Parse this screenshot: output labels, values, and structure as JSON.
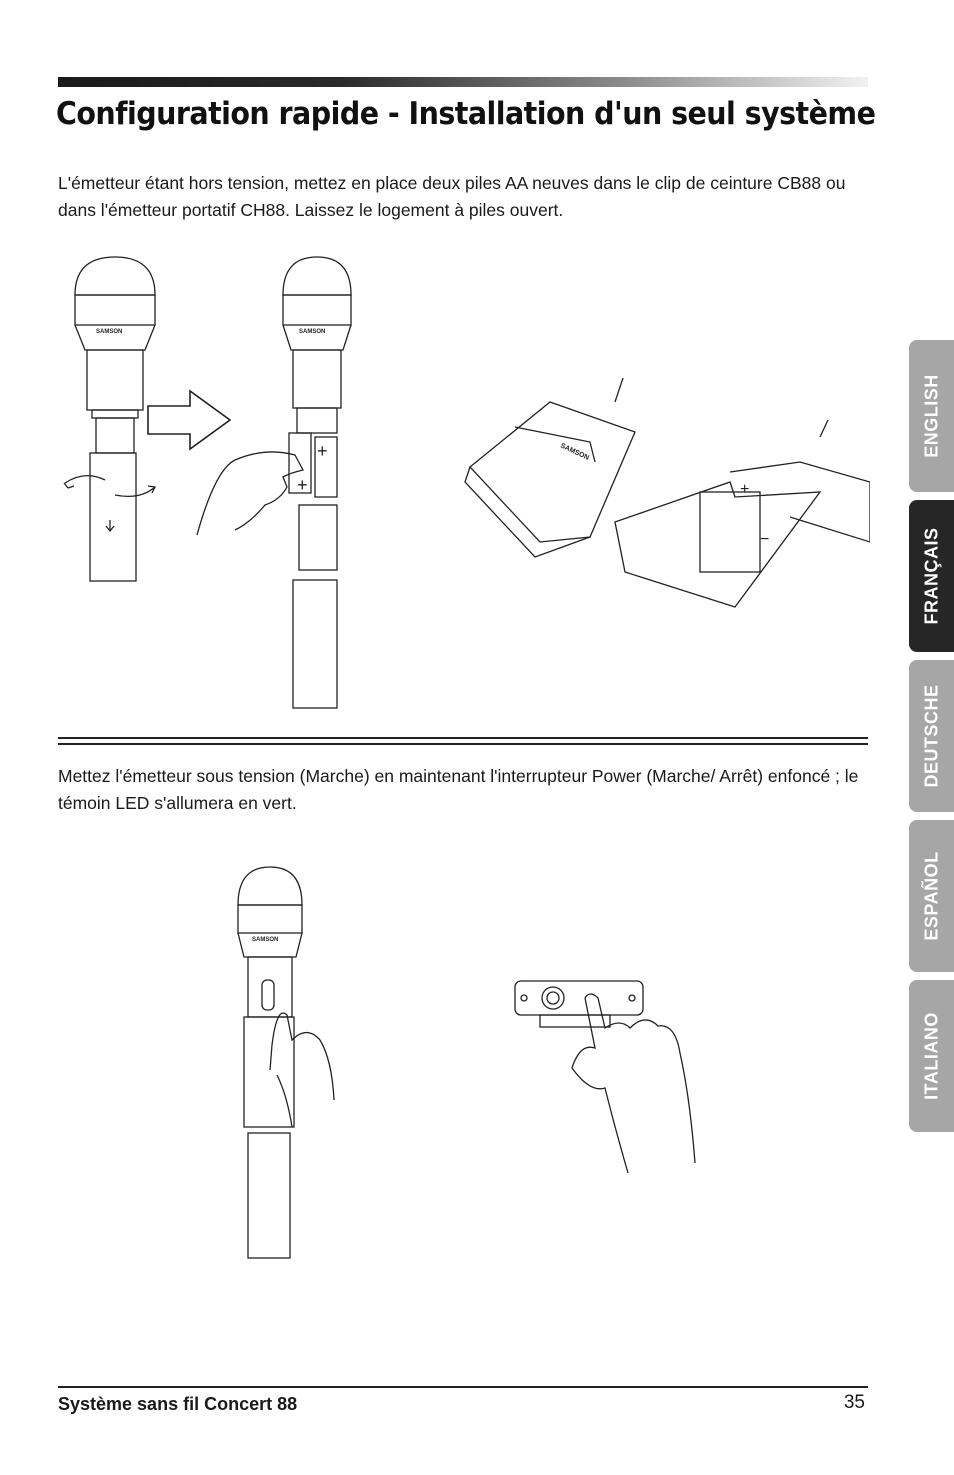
{
  "header": {
    "title": "Configuration rapide - Installation d'un seul système"
  },
  "section1": {
    "text": "L'émetteur étant hors tension, mettez en place deux piles AA neuves dans le clip de ceinture CB88 ou dans l'émetteur portatif CH88. Laissez le logement à piles ouvert."
  },
  "section2": {
    "text": "Mettez l'émetteur sous tension (Marche) en maintenant l'interrupteur Power (Marche/ Arrêt) enfoncé ; le témoin LED s'allumera en vert."
  },
  "illustrations": {
    "brand_mark": "SAMSON",
    "plus_sign": "+",
    "minus_sign": "−"
  },
  "language_tabs": [
    {
      "label": "ENGLISH",
      "active": false
    },
    {
      "label": "FRANÇAIS",
      "active": true
    },
    {
      "label": "DEUTSCHE",
      "active": false
    },
    {
      "label": "ESPAÑOL",
      "active": false
    },
    {
      "label": "ITALIANO",
      "active": false
    }
  ],
  "footer": {
    "product": "Système sans fil Concert 88",
    "page_number": "35"
  },
  "colors": {
    "tab_inactive": "#a6a6a6",
    "tab_active": "#262626",
    "text": "#1a1a1a"
  }
}
